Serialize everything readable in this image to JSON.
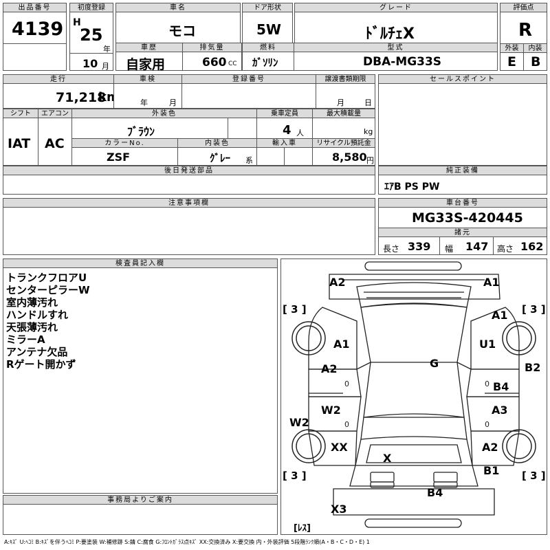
{
  "header": {
    "auction_no": {
      "label": "出品番号",
      "value": "4139"
    },
    "first_reg": {
      "label": "初度登録",
      "era": "H",
      "year": "25",
      "year_unit": "年",
      "month": "10",
      "month_unit": "月"
    },
    "car_name": {
      "label": "車名",
      "value": "モコ"
    },
    "door": {
      "label": "ドア形状",
      "value": "5W"
    },
    "grade": {
      "label": "グレード",
      "value": "ﾄﾞﾙﾁｪX"
    },
    "score": {
      "label": "評価点",
      "value": "R"
    },
    "history": {
      "label": "車歴",
      "value": "自家用"
    },
    "displacement": {
      "label": "排気量",
      "value": "660",
      "unit": "CC"
    },
    "fuel": {
      "label": "燃料",
      "value": "ｶﾞｿﾘﾝ"
    },
    "model": {
      "label": "型式",
      "value": "DBA-MG33S"
    },
    "exterior": {
      "label": "外装",
      "value": "E"
    },
    "interior": {
      "label": "内装",
      "value": "B"
    }
  },
  "row2": {
    "mileage": {
      "label": "走行",
      "value": "71,218",
      "unit": "km"
    },
    "inspection": {
      "label": "車検",
      "year_unit": "年",
      "month_unit": "月"
    },
    "reg_no": {
      "label": "登録番号"
    },
    "transfer_deadline": {
      "label": "譲渡書類期限",
      "month_unit": "月",
      "day_unit": "日"
    },
    "sales_points": {
      "label": "セールスポイント"
    }
  },
  "row3": {
    "shift": {
      "label": "シフト",
      "value": "IAT"
    },
    "aircon": {
      "label": "エアコン",
      "value": "AC"
    },
    "ext_color": {
      "label": "外装色",
      "value": "ﾌﾞﾗｳﾝ"
    },
    "capacity": {
      "label": "乗車定員",
      "value": "4",
      "unit": "人"
    },
    "max_load": {
      "label": "最大積載量",
      "unit": "kg"
    },
    "color_no": {
      "label": "カラーNo.",
      "value": "ZSF"
    },
    "int_color": {
      "label": "内装色",
      "value": "ｸﾞﾚｰ",
      "suffix": "系"
    },
    "import": {
      "label": "輸入車"
    },
    "recycle": {
      "label": "リサイクル預託金",
      "value": "8,580",
      "unit": "円"
    }
  },
  "later_parts": {
    "label": "後日発送部品"
  },
  "genuine_equipment": {
    "label": "純正装備",
    "value": "ｴｱB PS PW"
  },
  "notes": {
    "label": "注意事項欄"
  },
  "chassis": {
    "label": "車台番号",
    "value": "MG33S-420445"
  },
  "specs": {
    "label": "諸元",
    "length_label": "長さ",
    "length": "339",
    "width_label": "幅",
    "width": "147",
    "height_label": "高さ",
    "height": "162"
  },
  "inspector": {
    "label": "検査員記入欄",
    "lines": [
      "トランクフロアU",
      "センターピラーW",
      "室内薄汚れ",
      "ハンドルすれ",
      "天張薄汚れ",
      "ミラーA",
      "アンテナ欠品",
      "Rゲート開かず"
    ]
  },
  "office": {
    "label": "事務局よりご案内"
  },
  "diagram": {
    "marks": {
      "a2_tl": "A2",
      "a1_tr": "A1",
      "a1_fr": "A1",
      "a1_l": "A1",
      "u1": "U1",
      "g": "G",
      "b2": "B2",
      "a2_l": "A2",
      "b4_r": "B4",
      "w2_l": "W2",
      "a3": "A3",
      "w2_far": "W2",
      "xx": "XX",
      "a2_rr": "A2",
      "x": "X",
      "b1": "B1",
      "b4_bottom": "B4",
      "x3": "X3"
    },
    "brackets": {
      "tl": "[ 3 ]",
      "tr": "[ 3 ]",
      "bl": "[ 3 ]",
      "br": "[ 3 ]",
      "les": "[ﾚｽ]"
    },
    "zero": "0"
  },
  "legend": "A:ｷｽﾞ U:ﾍｺﾐ B:ｷｽﾞを伴うﾍｺﾐ P:要塗装 W:補修跡 S:錆 C:腐食 G:ﾌﾛﾝﾄｶﾞﾗｽ点ｷｽﾞ XX:交換済み X:要交換 内・外装評価 5段階ﾗﾝｸ順(A・B・C・D・E) 1"
}
